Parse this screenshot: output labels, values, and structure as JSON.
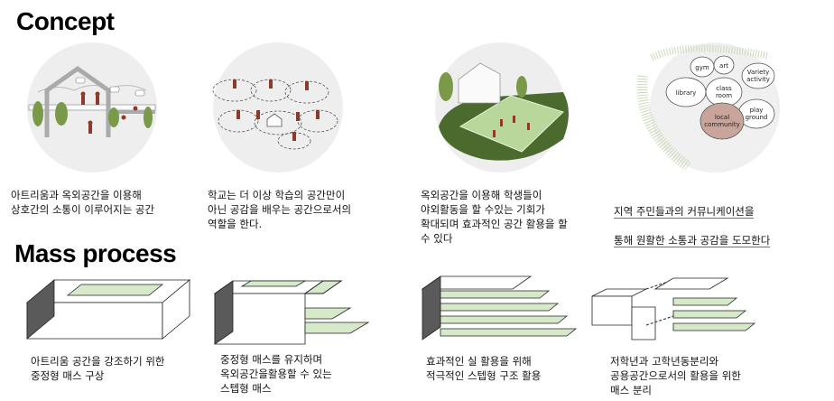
{
  "sections": {
    "concept_title": "Concept",
    "mass_title": "Mass process"
  },
  "concept": {
    "cap1": "아트리움과 옥외공간을 이용해\n상호간의 소통이 이루어지는  공간",
    "cap2": "학교는 더 이상 학습의 공간만이\n아닌 공감을 배우는 공간으로서의\n역할을 한다.",
    "cap3": "옥외공간을 이용해 학생들이\n야외활동을 할 수있는 기회가\n확대되며 효과적인 공간 활용을 할\n수 있다",
    "cap4a": "지역 주민들과의 커뮤니케이션을",
    "cap4b": "통해 원활한 소통과 공감을 도모한다",
    "bubbles": {
      "gym": "gym",
      "art": "art",
      "variety": "Variety\nactivity",
      "library": "library",
      "classroom": "class\nroom",
      "play": "play\nground",
      "local": "local\ncommunity"
    }
  },
  "mass": {
    "cap1": "아트리움 공간을 강조하기 위한\n중정형 매스 구상",
    "cap2": "중정형 매스를 유지하며\n옥외공간을활용할  수 있는\n스텝형 매스",
    "cap3": "효과적인 실 활용을 위해\n적극적인 스텝형 구조 활용",
    "cap4": "저학년과 고학년동분리와\n공용공간으로서의 활용을 위한\n매스 분리"
  },
  "colors": {
    "green_fill": "#d6e9c9",
    "grass": "#4b6b2e",
    "lawn": "#b9d79a",
    "local_circle": "#c9a49a"
  }
}
